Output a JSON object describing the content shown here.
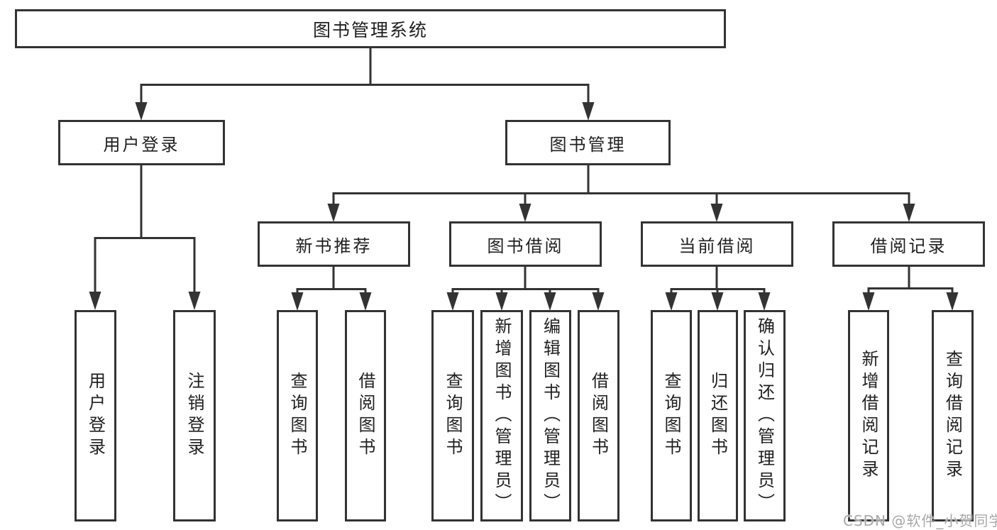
{
  "colors": {
    "line": "#333333",
    "text": "#1f1f1f",
    "background": "#ffffff",
    "watermark": "#a8a8a8"
  },
  "diagram": {
    "root": {
      "label": "图书管理系统"
    },
    "level2": [
      {
        "label": "用户登录"
      },
      {
        "label": "图书管理"
      }
    ],
    "level3": [
      {
        "label": "新书推荐"
      },
      {
        "label": "图书借阅"
      },
      {
        "label": "当前借阅"
      },
      {
        "label": "借阅记录"
      }
    ],
    "leaves": {
      "login": [
        "用户登录",
        "注销登录"
      ],
      "recommend": [
        "查询图书",
        "借阅图书"
      ],
      "borrow": [
        "查询图书",
        "新增图书（管理员）",
        "编辑图书（管理员）",
        "借阅图书"
      ],
      "current": [
        "查询图书",
        "归还图书",
        "确认归还（管理员）"
      ],
      "records": [
        "新增借阅记录",
        "查询借阅记录"
      ]
    }
  },
  "watermark": {
    "text": "CSDN @软件_小贺同学"
  }
}
